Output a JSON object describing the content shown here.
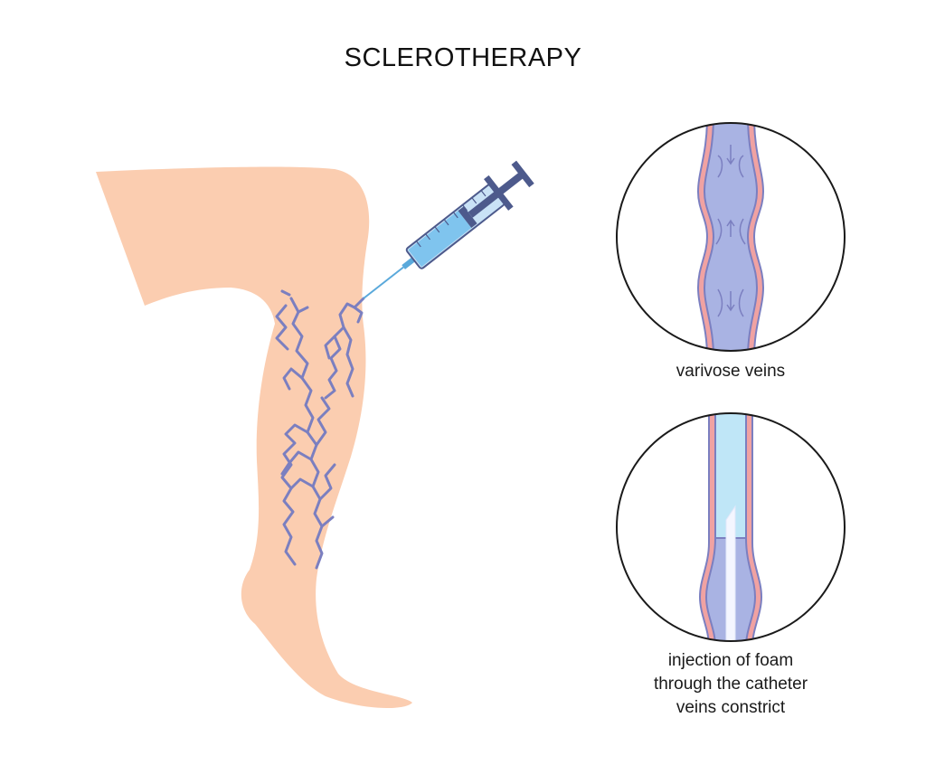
{
  "title": "SCLEROTHERAPY",
  "panels": [
    {
      "caption": "varivose veins"
    },
    {
      "caption_lines": [
        "injection of foam",
        "through the catheter",
        "veins constrict"
      ]
    }
  ],
  "colors": {
    "skin": "#FBCDB0",
    "vein": "#7B7FC0",
    "vein_fill": "#A9B3E3",
    "vein_wall": "#F0A2A2",
    "foam": "#BFE6F7",
    "syringe_liquid": "#7FC4EE",
    "syringe_body": "#C9E2F6",
    "plunger": "#4D5A8C",
    "outline": "#1a1a1a"
  }
}
